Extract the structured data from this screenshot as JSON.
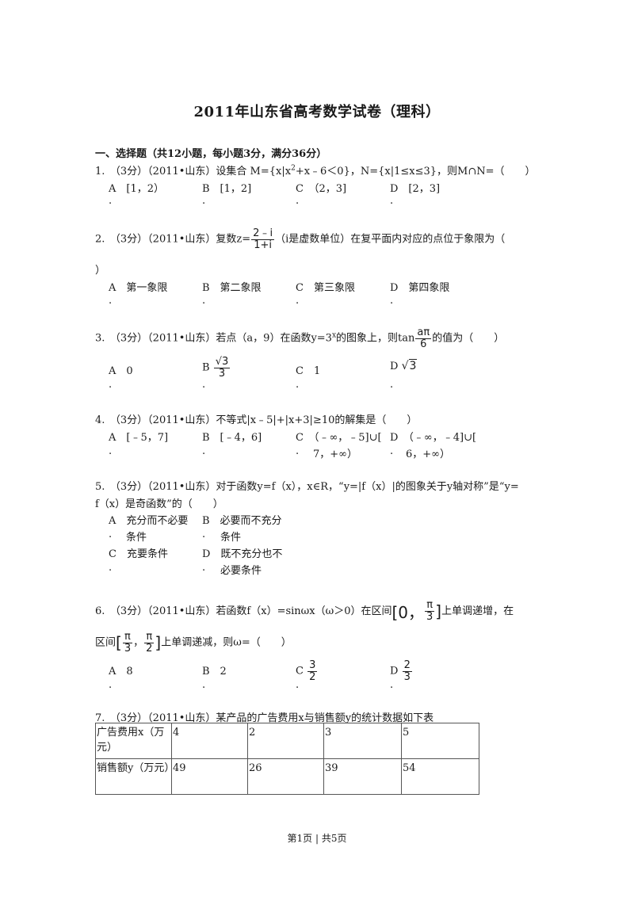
{
  "title": "2011年山东省高考数学试卷（理科）",
  "section": "一、选择题（共12小题，每小题3分，满分36分）",
  "q1": {
    "pre": "1.　（3分）（2011•山东）设集合 M={x|x",
    "sup": "2",
    "post": "+x﹣6＜0}，N={x|1≤x≤3}，则M∩N=（　　）",
    "A": "A　[1，2）",
    "B": "B　[1，2]",
    "C": "C　（2，3]",
    "D": "D　[2，3]"
  },
  "q2": {
    "pre": "2.　（3分）（2011•山东）复数z=",
    "num": "2﹣i",
    "den": "1+i",
    "post": "（i是虚数单位）在复平面内对应的点位于象限为（",
    "cont": "）",
    "A": "A　第一象限",
    "B": "B　第二象限",
    "C": "C　第三象限",
    "D": "D　第四象限"
  },
  "q3": {
    "pre": "3.　（3分）（2011•山东）若点（a，9）在函数y=3",
    "sup": "x",
    "mid": "的图象上，则tan",
    "num": "aπ",
    "den": "6",
    "post": "的值为（　　）",
    "A": "A　0",
    "B_label": "B",
    "B_num": "√3",
    "B_den": "3",
    "C": "C　1",
    "D_label": "D",
    "D_rad": "3"
  },
  "q4": {
    "text": "4.　（3分）（2011•山东）不等式|x﹣5|+|x+3|≥10的解集是（　　）",
    "A": "A　[﹣5，7]",
    "B": "B　[﹣4，6]",
    "C1": "C　（﹣∞，﹣5]∪[",
    "C2": "7，+∞）",
    "D1": "D　（﹣∞，﹣4]∪[",
    "D2": "6，+∞）"
  },
  "q5": {
    "line1": "5.　（3分）（2011•山东）对于函数y=f（x），x∈R，“y=|f（x）|的图象关于y轴对称”是“y=",
    "line2": "f（x）是奇函数”的（　　）",
    "A1": "A　充分而不必要",
    "A2": "条件",
    "B1": "B　必要而不充分",
    "B2": "条件",
    "C1": "C　充要条件",
    "D1": "D　既不充分也不",
    "D2": "必要条件"
  },
  "q6": {
    "pre": "6.　（3分）（2011•山东）若函数f（x）=sinωx（ω＞0）在区间",
    "int1_left": "[0，",
    "int1_num": "π",
    "int1_den": "3",
    "int1_right": "]",
    "post": "上单调递增，在",
    "line2_pre": "区间",
    "int2_left": "[",
    "int2_a_num": "π",
    "int2_a_den": "3",
    "comma": "，",
    "int2_b_num": "π",
    "int2_b_den": "2",
    "int2_right": "]",
    "line2_post": "上单调递减，则ω=（　　）",
    "A": "A　8",
    "B": "B　2",
    "C_label": "C",
    "C_num": "3",
    "C_den": "2",
    "D_label": "D",
    "D_num": "2",
    "D_den": "3"
  },
  "q7": {
    "text": "7.　（3分）（2011•山东）某产品的广告费用x与销售额y的统计数据如下表",
    "table": [
      [
        "广告费用x（万元）",
        "4",
        "2",
        "3",
        "5"
      ],
      [
        "销售额y（万元）",
        "49",
        "26",
        "39",
        "54"
      ]
    ]
  },
  "footer": "第1页 | 共5页"
}
